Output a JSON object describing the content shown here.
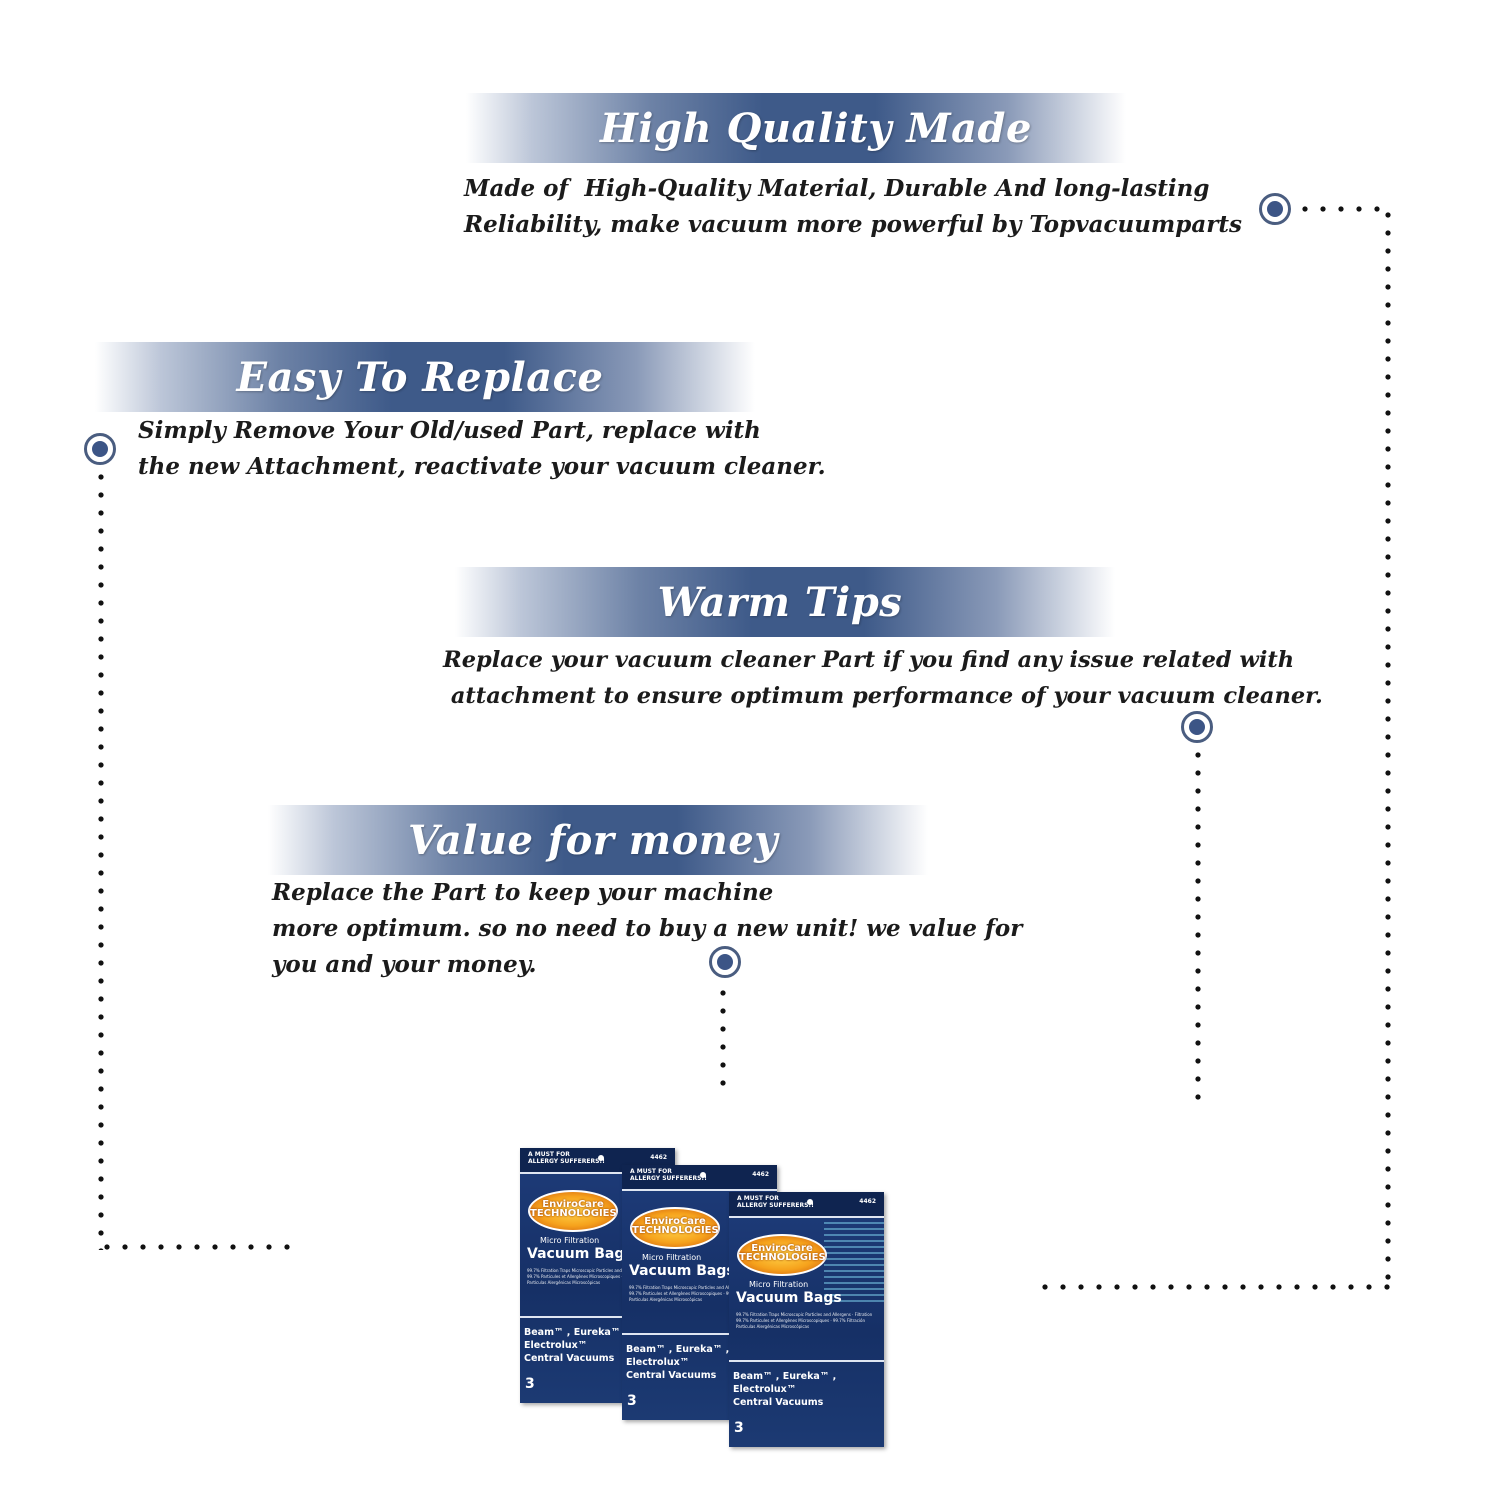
{
  "sections": [
    {
      "title": "High Quality Made",
      "lines": [
        "Made of  High-Quality Material, Durable And long-lasting",
        "Reliability, make vacuum more powerful by Topvacuumparts"
      ]
    },
    {
      "title": "Easy To Replace",
      "lines": [
        "Simply Remove Your Old/used Part, replace with",
        "the new Attachment, reactivate your vacuum cleaner."
      ]
    },
    {
      "title": "Warm Tips",
      "lines": [
        "Replace your vacuum cleaner Part if you find any issue related with",
        " attachment to ensure optimum performance of your vacuum cleaner."
      ]
    },
    {
      "title": "Value for money",
      "lines": [
        "Replace the Part to keep your machine",
        "more optimum. so no need to buy a new unit! we value for",
        "you and your money."
      ]
    }
  ],
  "product": {
    "must": "A MUST FOR\nALLERGY SUFFERERS!!",
    "number": "4462",
    "logo": "EnviroCare\nTECHNOLOGIES",
    "micro": "Micro Filtration",
    "name": "Vacuum Bags",
    "fine": "99.7% Filtration Traps Microscopic Particles and Allergens · Filtration 99.7% Particules et Allergènes Microscopiques · 99.7% Filtración Partículas Alergénicas Microscópicas",
    "brands": "Beam™ , Eureka™ ,\nElectrolux™\nCentral Vacuums",
    "count": "3"
  },
  "colors": {
    "banner": "#3e5a89",
    "marker": "#3c5586",
    "text": "#1b1b1b",
    "pack": "#1e3c7a"
  }
}
